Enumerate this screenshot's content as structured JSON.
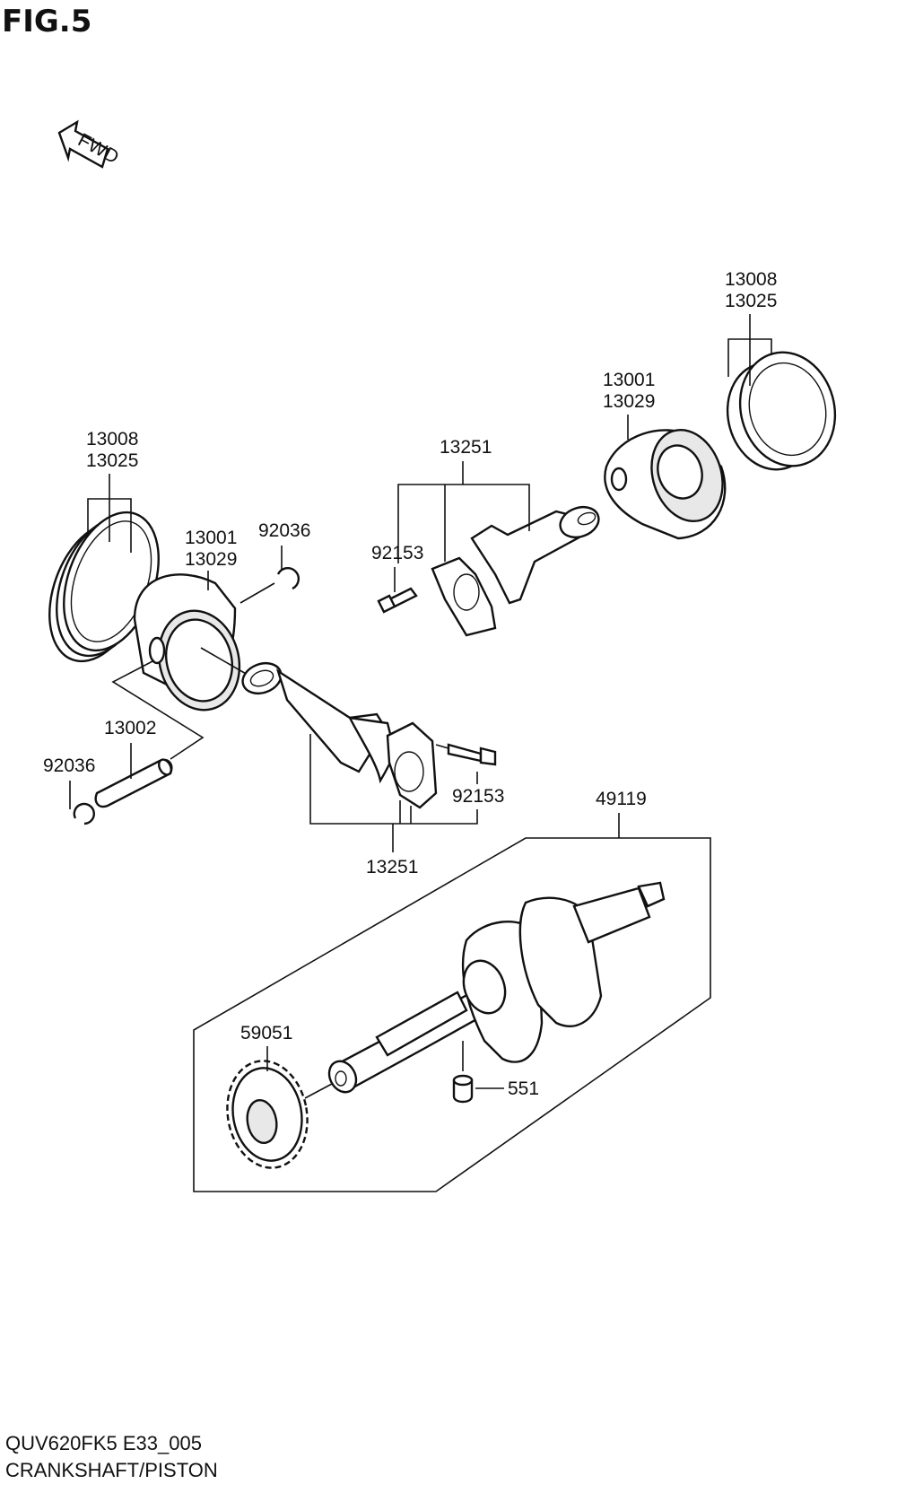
{
  "figure": {
    "title": "FIG.5"
  },
  "direction_marker": {
    "label": "FWD",
    "icon": "forward-arrow-icon"
  },
  "callouts": {
    "rings_left": {
      "line1": "13008",
      "line2": "13025"
    },
    "piston_left": {
      "line1": "13001",
      "line2": "13029"
    },
    "clip_upper": "92036",
    "pin": "13002",
    "clip_lower": "92036",
    "bolt_lower": "92153",
    "rod_lower": "13251",
    "rod_upper": "13251",
    "bolt_upper": "92153",
    "piston_right": {
      "line1": "13001",
      "line2": "13029"
    },
    "rings_right": {
      "line1": "13008",
      "line2": "13025"
    },
    "crankshaft": "49119",
    "gear": "59051",
    "dowel": "551"
  },
  "footer": {
    "code": "QUV620FK5 E33_005",
    "name": "CRANKSHAFT/PISTON"
  }
}
